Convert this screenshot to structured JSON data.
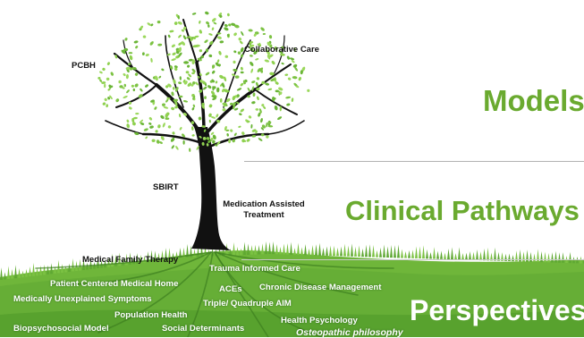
{
  "sections": {
    "models": "Models",
    "clinical_pathways": "Clinical Pathways",
    "perspectives": "Perspectives"
  },
  "tree_labels": {
    "pcbh": "PCBH",
    "collaborative_care": "Collaborative Care",
    "sbirt": "SBIRT",
    "medication_assisted_treatment": "Medication Assisted\nTreatment",
    "medical_family_therapy": "Medical Family Therapy"
  },
  "perspective_labels": [
    "Trauma Informed Care",
    "Patient Centered Medical Home",
    "ACEs",
    "Chronic Disease Management",
    "Medically Unexplained Symptoms",
    "Triple/ Quadruple AIM",
    "Population Health",
    "Health Psychology",
    "Biopsychosocial Model",
    "Social Determinants",
    "Osteopathic philosophy"
  ],
  "colors": {
    "title_green": "#6aaa2f",
    "grass_green": "#6fb63a",
    "grass_dark": "#4f9a2a",
    "leaf_green": "#7cc243",
    "trunk": "#111111",
    "divider": "#b3b3b3"
  }
}
